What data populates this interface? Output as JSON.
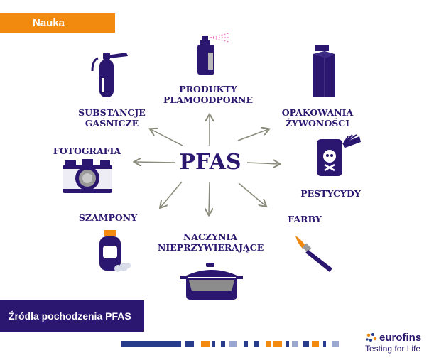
{
  "tag": "Nauka",
  "center": "PFAS",
  "labels": {
    "produkty_1": "PRODUKTY",
    "produkty_2": "PLAMOODPORNE",
    "opakowania_1": "OPAKOWANIA",
    "opakowania_2": "ŻYWONOŚCI",
    "substancje_1": "SUBSTANCJE",
    "substancje_2": "GAŚNICZE",
    "fotografia": "FOTOGRAFIA",
    "pestycydy": "PESTYCYDY",
    "szampony": "SZAMPONY",
    "farby": "FARBY",
    "naczynia_1": "NACZYNIA",
    "naczynia_2": "NIEPRZYWIERAJĄCE"
  },
  "caption": "Źródła pochodzenia PFAS",
  "logo": {
    "word": "eurofins",
    "tagline": "Testing for Life"
  },
  "colors": {
    "navy": "#2b1670",
    "orange": "#f28a10",
    "arrow": "#8a8a7a",
    "blue": "#283c8c"
  },
  "icons": [
    "fire-extinguisher-icon",
    "spray-can-icon",
    "milk-carton-icon",
    "camera-icon",
    "pesticide-can-icon",
    "shampoo-bottle-icon",
    "cooking-pot-icon",
    "paint-brush-icon"
  ]
}
